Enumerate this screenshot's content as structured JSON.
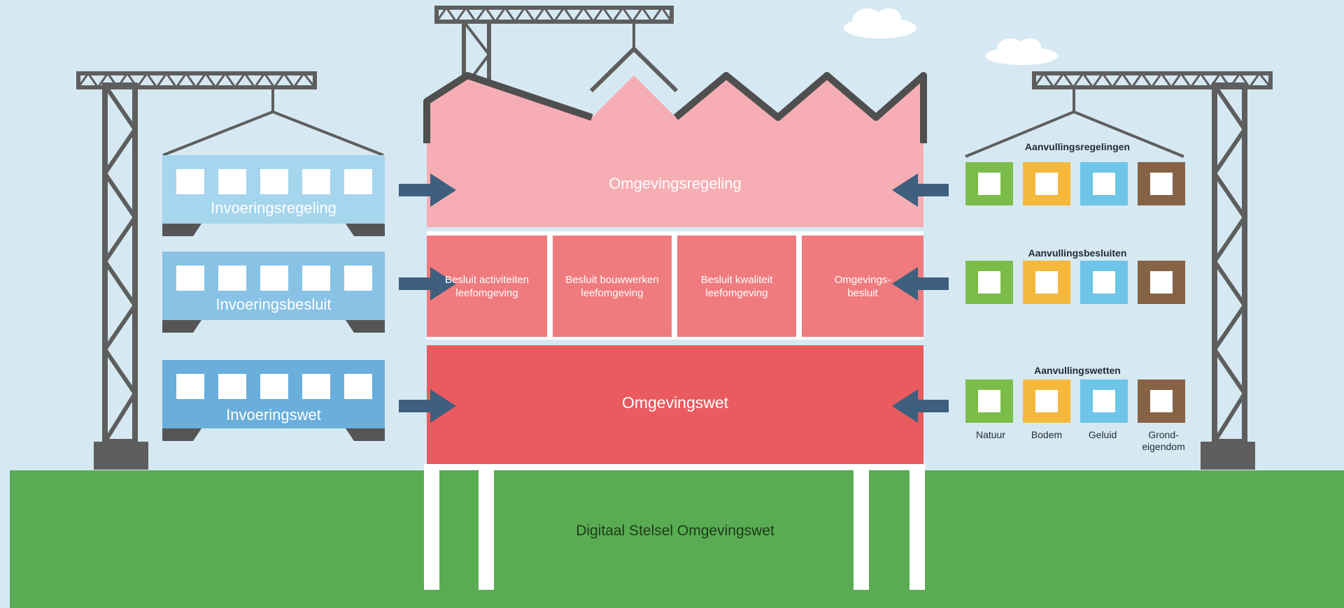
{
  "colors": {
    "sky": "#d6e9f3",
    "ground": "#5aac52",
    "crane": "#5e5e5e",
    "roof_pink": "#f6aeb4",
    "mid_red": "#ef7b7e",
    "base_red": "#e95b5f",
    "module_light": "#a6d5ee",
    "module_mid": "#88c2e5",
    "module_dark": "#6aaedb",
    "arrow": "#3e5f7e",
    "green": "#7cbd4a",
    "yellow": "#f4b93c",
    "blue": "#6ec5e7",
    "brown": "#876345",
    "white": "#ffffff"
  },
  "left_modules": [
    {
      "label": "Invoeringsregeling"
    },
    {
      "label": "Invoeringsbesluit"
    },
    {
      "label": "Invoeringswet"
    }
  ],
  "building": {
    "top": "Omgevingsregeling",
    "middle": [
      "Besluit activiteiten leefomgeving",
      "Besluit bouwwerken leefomgeving",
      "Besluit kwaliteit leefomgeving",
      "Omgevings-\nbesluit"
    ],
    "base": "Omgevingswet"
  },
  "right_groups": [
    {
      "title": "Aanvullingsregelingen"
    },
    {
      "title": "Aanvullingsbesluiten"
    },
    {
      "title": "Aanvullingswetten"
    }
  ],
  "right_labels": [
    "Natuur",
    "Bodem",
    "Geluid",
    "Grond-\neigendom"
  ],
  "ground_label": "Digitaal Stelsel Omgevingswet"
}
